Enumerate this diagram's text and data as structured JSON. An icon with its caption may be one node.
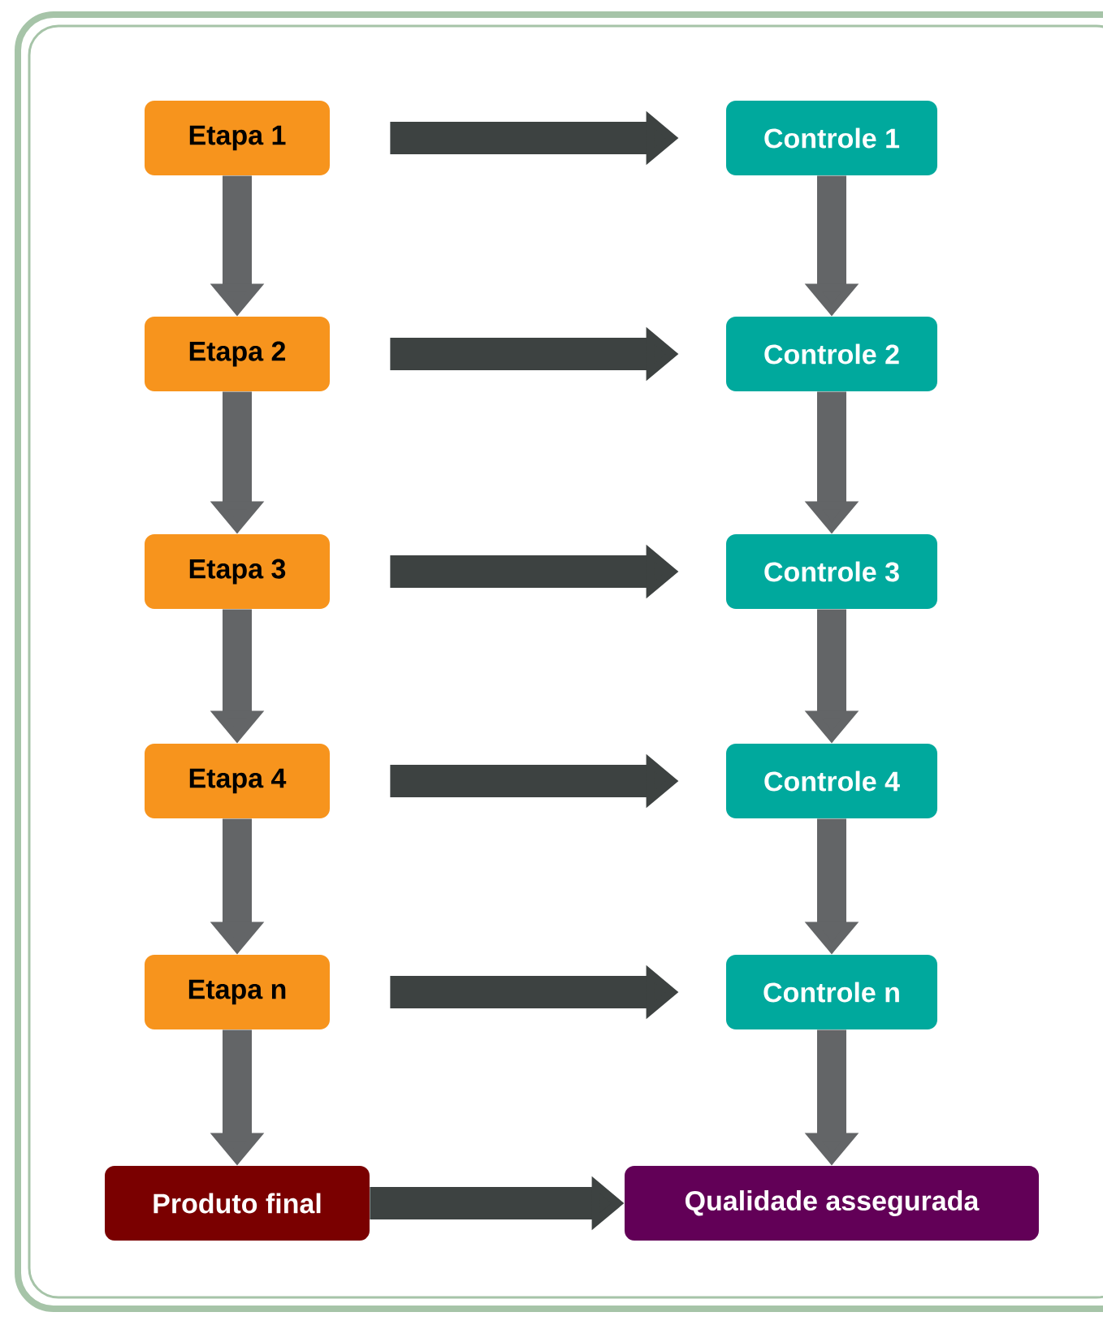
{
  "diagram": {
    "nodes": [
      {
        "text": [
          "Etapa 1"
        ]
      },
      {
        "text": [
          "Controle 1"
        ]
      },
      {
        "text": [
          "Etapa 2"
        ]
      },
      {
        "text": [
          "Controle 2"
        ]
      },
      {
        "text": [
          "Etapa 3"
        ]
      },
      {
        "text": [
          "Controle 3"
        ]
      },
      {
        "text": [
          "Etapa 4"
        ]
      },
      {
        "text": [
          "Controle 4"
        ]
      },
      {
        "text": [
          "Etapa n"
        ]
      },
      {
        "text": [
          "Controle n"
        ]
      },
      {
        "text": [
          "Produto final"
        ]
      },
      {
        "text": [
          "Qualidade assegurada"
        ]
      }
    ],
    "edges": [
      {
        "from": 0,
        "to": 1,
        "arrow": "to",
        "color": "#3d4241"
      },
      {
        "from": 2,
        "to": 3,
        "arrow": "to",
        "color": "#3d4241"
      },
      {
        "from": 4,
        "to": 5,
        "arrow": "to",
        "color": "#3d4241"
      },
      {
        "from": 6,
        "to": 7,
        "arrow": "to",
        "color": "#3d4241"
      },
      {
        "from": 8,
        "to": 9,
        "arrow": "to",
        "color": "#3d4241"
      },
      {
        "from": 10,
        "to": 11,
        "arrow": "to",
        "color": "#3d4241"
      },
      {
        "from": 0,
        "to": 2,
        "arrow": "to"
      },
      {
        "from": 2,
        "to": 4,
        "arrow": "to"
      },
      {
        "from": 4,
        "to": 6,
        "arrow": "to"
      },
      {
        "from": 6,
        "to": 8,
        "arrow": "to"
      },
      {
        "from": 8,
        "to": 10,
        "arrow": "to"
      },
      {
        "from": 1,
        "to": 3,
        "arrow": "to"
      },
      {
        "from": 3,
        "to": 5,
        "arrow": "to"
      },
      {
        "from": 5,
        "to": 7,
        "arrow": "to"
      },
      {
        "from": 7,
        "to": 9,
        "arrow": "to"
      },
      {
        "from": 9,
        "to": 11,
        "arrow": "to"
      }
    ]
  }
}
